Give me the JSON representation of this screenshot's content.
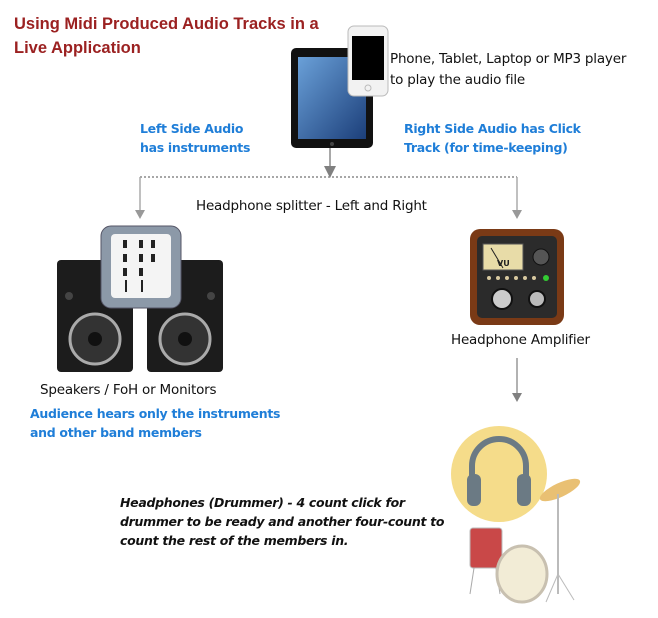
{
  "title": {
    "line1": "Using Midi Produced Audio Tracks in a",
    "line2": "Live Application"
  },
  "source": {
    "line1": "Phone, Tablet, Laptop or MP3 player",
    "line2": "to play the audio file"
  },
  "left_audio": {
    "line1": "Left Side Audio",
    "line2": "has instruments"
  },
  "right_audio": {
    "line1": "Right Side Audio has Click",
    "line2": "Track (for time-keeping)"
  },
  "splitter": "Headphone splitter - Left and Right",
  "speakers": {
    "label": "Speakers / FoH or Monitors",
    "note1": "Audience hears only the instruments",
    "note2": "and other band members"
  },
  "amp": {
    "label": "Headphone Amplifier",
    "meter_label": "VU"
  },
  "drummer": {
    "line1": "Headphones (Drummer) - 4 count click for",
    "line2": "drummer to be ready and another four-count to",
    "line3": "count the rest of the members in."
  },
  "colors": {
    "title": "#9b2121",
    "highlight": "#1f7ed8",
    "arrow": "#808080"
  }
}
